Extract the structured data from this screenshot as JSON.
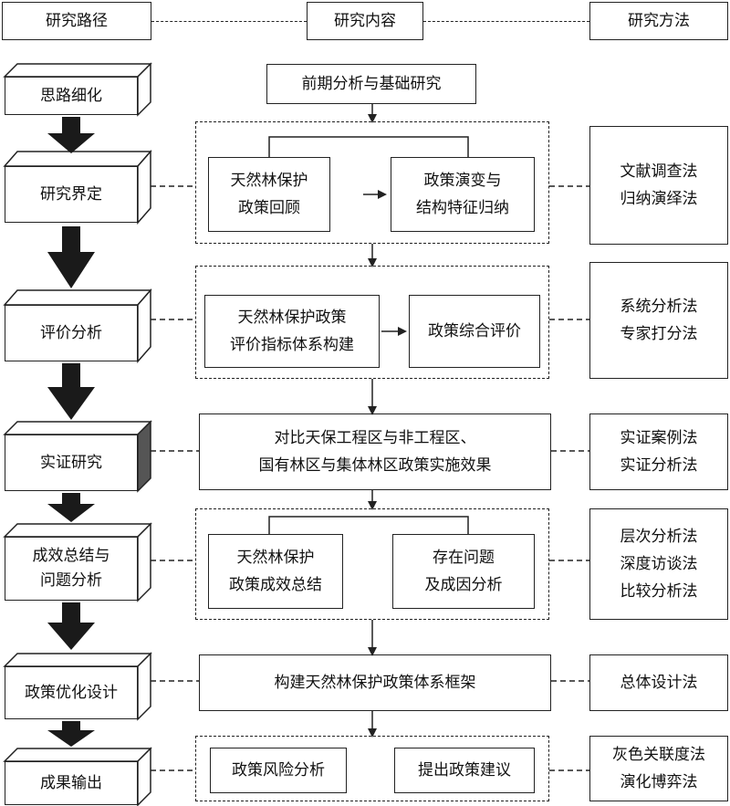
{
  "headers": {
    "path": "研究路径",
    "content": "研究内容",
    "method": "研究方法"
  },
  "path_steps": [
    [
      "思路细化"
    ],
    [
      "研究界定"
    ],
    [
      "评价分析"
    ],
    [
      "实证研究"
    ],
    [
      "成效总结与",
      "问题分析"
    ],
    [
      "政策优化设计"
    ],
    [
      "成果输出"
    ]
  ],
  "content": {
    "s0": "前期分析与基础研究",
    "s1a": [
      "天然林保护",
      "政策回顾"
    ],
    "s1b": [
      "政策演变与",
      "结构特征归纳"
    ],
    "s2a": [
      "天然林保护政策",
      "评价指标体系构建"
    ],
    "s2b": "政策综合评价",
    "s3": [
      "对比天保工程区与非工程区、",
      "国有林区与集体林区政策实施效果"
    ],
    "s4a": [
      "天然林保护",
      "政策成效总结"
    ],
    "s4b": [
      "存在问题",
      "及成因分析"
    ],
    "s5": "构建天然林保护政策体系框架",
    "s6a": "政策风险分析",
    "s6b": "提出政策建议"
  },
  "methods": [
    [
      "文献调查法",
      "归纳演绎法"
    ],
    [
      "系统分析法",
      "专家打分法"
    ],
    [
      "实证案例法",
      "实证分析法"
    ],
    [
      "层次分析法",
      "深度访谈法",
      "比较分析法"
    ],
    [
      "总体设计法"
    ],
    [
      "灰色关联度法",
      "演化博弈法"
    ]
  ]
}
